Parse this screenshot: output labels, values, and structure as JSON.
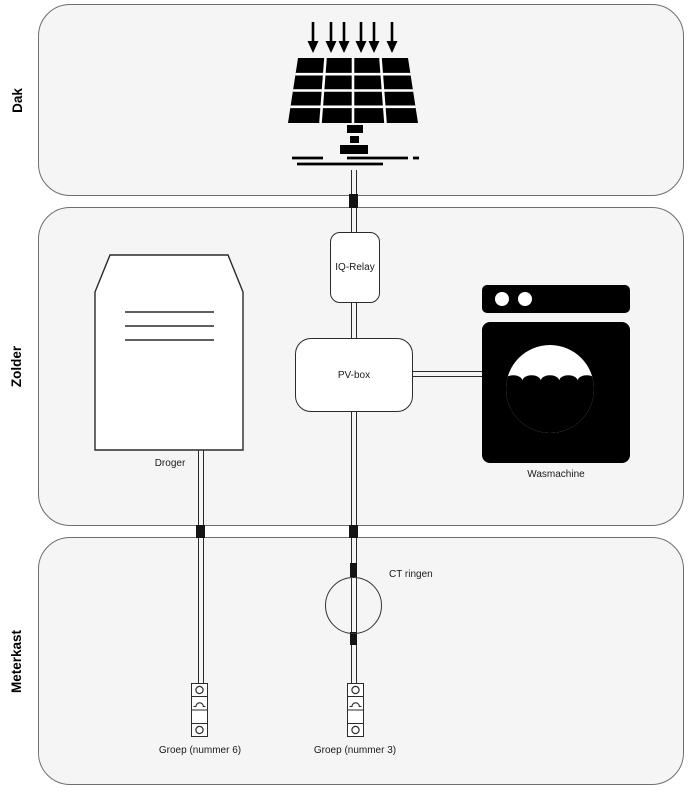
{
  "diagram": {
    "sections": [
      {
        "id": "dak",
        "label": "Dak"
      },
      {
        "id": "zolder",
        "label": "Zolder"
      },
      {
        "id": "meterkast",
        "label": "Meterkast"
      }
    ],
    "nodes": {
      "solar_panel": {
        "icon": "solar-panel-icon"
      },
      "iq_relay": {
        "label": "IQ-Relay"
      },
      "pv_box": {
        "label": "PV-box"
      },
      "droger": {
        "label": "Droger"
      },
      "wasmachine": {
        "label": "Wasmachine"
      },
      "ct_ringen": {
        "label": "CT ringen"
      },
      "groep6": {
        "label": "Groep (nummer 6)"
      },
      "groep3": {
        "label": "Groep (nummer 3)"
      }
    },
    "colors": {
      "section_fill": "#f5f5f5",
      "section_border": "#6e6e6e",
      "stroke": "#2b2b2b",
      "icon_black": "#000000",
      "shape_fill": "#ffffff"
    }
  }
}
